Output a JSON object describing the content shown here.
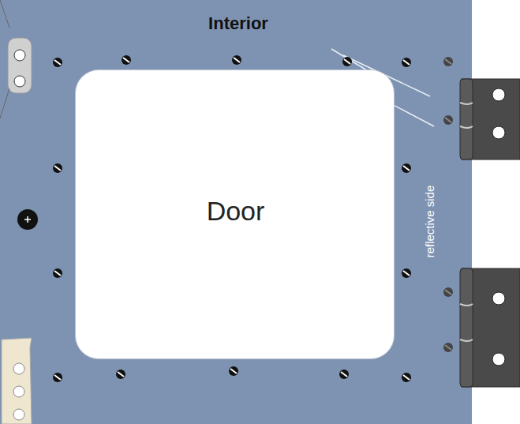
{
  "diagram": {
    "nodes": [
      {
        "text": [
          "Interior",
          "reflective side"
        ]
      },
      {
        "text": [
          "Door"
        ],
        "in": 0
      }
    ]
  }
}
